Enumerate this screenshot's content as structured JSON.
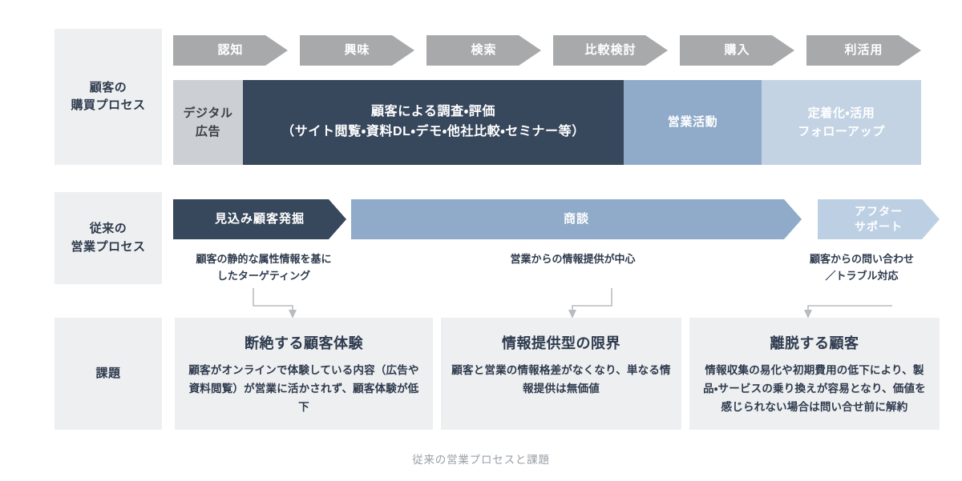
{
  "diagram": {
    "caption": "従来の営業プロセスと課題",
    "colors": {
      "stage_gray": "#a8a9ab",
      "navy": "#37475c",
      "mid_blue": "#8fabc9",
      "light_blue": "#c3d3e4",
      "digital_gray": "#ccd0d4",
      "panel_gray": "#eeeff0",
      "text_dark": "#2e3b4e",
      "caption_gray": "#9aa0a6",
      "connector_gray": "#b9bcbf"
    }
  },
  "rows": {
    "buying_process": {
      "label": "顧客の\n購買プロセス",
      "label_line1": "顧客の",
      "label_line2": "購買プロセス",
      "stages": [
        {
          "label": "認知"
        },
        {
          "label": "興味"
        },
        {
          "label": "検索"
        },
        {
          "label": "比較検討"
        },
        {
          "label": "購入"
        },
        {
          "label": "利活用"
        }
      ],
      "band": [
        {
          "line1": "デジタル",
          "line2": "広告",
          "tone": "digital-gray"
        },
        {
          "line1": "顧客による調査・評価",
          "line2": "（サイト閲覧・資料DL・デモ・他社比較・セミナー等）",
          "tone": "navy"
        },
        {
          "line1": "営業活動",
          "line2": "",
          "tone": "mid-blue"
        },
        {
          "line1": "定着化・活用",
          "line2": "フォローアップ",
          "tone": "light-blue"
        }
      ]
    },
    "sales_process": {
      "label_line1": "従来の",
      "label_line2": "営業プロセス",
      "stages": [
        {
          "line1": "見込み顧客発掘",
          "line2": "",
          "tone": "navy"
        },
        {
          "line1": "商談",
          "line2": "",
          "tone": "mid-blue"
        },
        {
          "line1": "アフター",
          "line2": "サポート",
          "tone": "light-blue"
        }
      ],
      "captions": [
        {
          "line1": "顧客の静的な属性情報を基に",
          "line2": "したターゲティング"
        },
        {
          "line1": "営業からの情報提供が中心",
          "line2": ""
        },
        {
          "line1": "顧客からの問い合わせ",
          "line2": "／トラブル対応"
        }
      ]
    },
    "issues": {
      "label": "課題",
      "cards": [
        {
          "title": "断絶する顧客体験",
          "body": "顧客がオンラインで体験している内容（広告や資料閲覧）が営業に活かされず、顧客体験が低下"
        },
        {
          "title": "情報提供型の限界",
          "body": "顧客と営業の情報格差がなくなり、単なる情報提供は無価値"
        },
        {
          "title": "離脱する顧客",
          "body": "情報収集の易化や初期費用の低下により、製品・サービスの乗り換えが容易となり、価値を感じられない場合は問い合せ前に解約"
        }
      ]
    }
  }
}
